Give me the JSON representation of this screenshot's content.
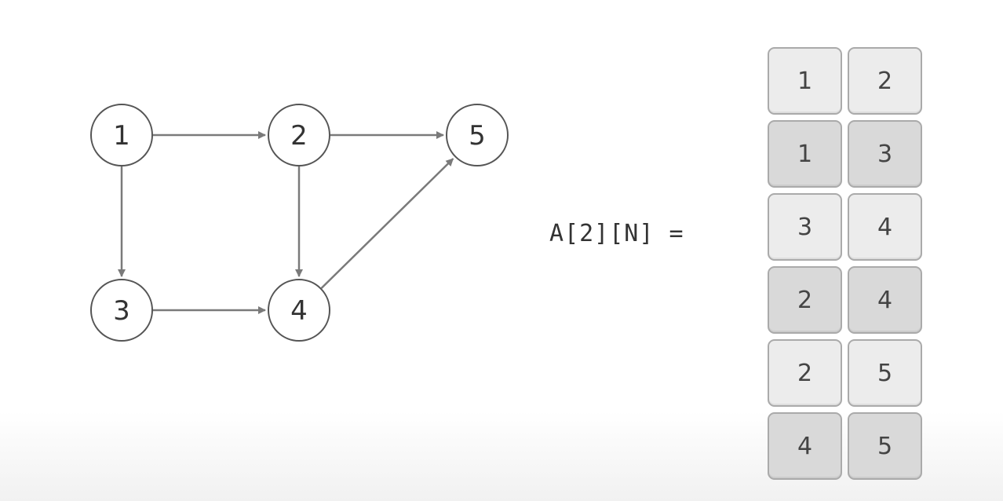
{
  "graph": {
    "nodes": [
      {
        "id": "1",
        "label": "1"
      },
      {
        "id": "2",
        "label": "2"
      },
      {
        "id": "5",
        "label": "5"
      },
      {
        "id": "3",
        "label": "3"
      },
      {
        "id": "4",
        "label": "4"
      }
    ],
    "edges": [
      {
        "from": "1",
        "to": "2"
      },
      {
        "from": "2",
        "to": "5"
      },
      {
        "from": "1",
        "to": "3"
      },
      {
        "from": "2",
        "to": "4"
      },
      {
        "from": "3",
        "to": "4"
      },
      {
        "from": "4",
        "to": "5"
      }
    ]
  },
  "formula": "A[2][N] =",
  "matrix": {
    "rows": [
      [
        "1",
        "2"
      ],
      [
        "1",
        "3"
      ],
      [
        "3",
        "4"
      ],
      [
        "2",
        "4"
      ],
      [
        "2",
        "5"
      ],
      [
        "4",
        "5"
      ]
    ]
  }
}
